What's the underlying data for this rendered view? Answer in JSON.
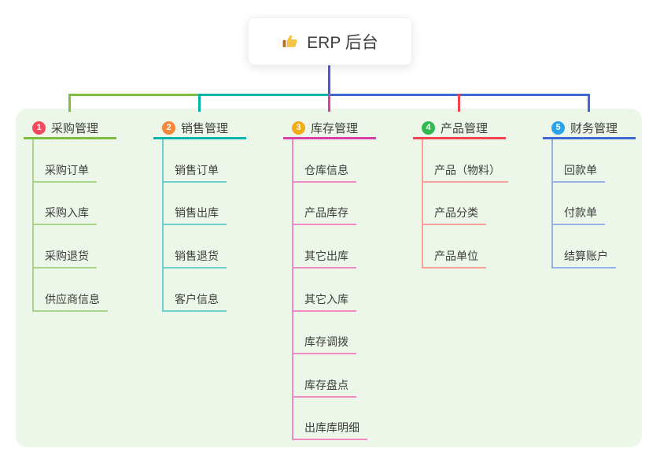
{
  "root": {
    "icon": "thumbs-up",
    "title": "ERP 后台"
  },
  "colors": {
    "panel_bg": "#edf7e9",
    "root_line": "#4d5ad0",
    "node_text": "#3d3d3d",
    "card_bg": "#ffffff"
  },
  "branches": [
    {
      "index": "1",
      "label": "采购管理",
      "badge_color": "#f4495d",
      "line_color": "#7dbe3f",
      "child_line_color": "#a8d686",
      "children": [
        "采购订单",
        "采购入库",
        "采购退货",
        "供应商信息"
      ]
    },
    {
      "index": "2",
      "label": "销售管理",
      "badge_color": "#f8873c",
      "line_color": "#00b3ab",
      "child_line_color": "#6fd2ca",
      "children": [
        "销售订单",
        "销售出库",
        "销售退货",
        "客户信息"
      ]
    },
    {
      "index": "3",
      "label": "库存管理",
      "badge_color": "#f2ac18",
      "line_color": "#d840a8",
      "child_line_color": "#f08ac3",
      "children": [
        "仓库信息",
        "产品库存",
        "其它出库",
        "其它入库",
        "库存调拨",
        "库存盘点",
        "出库库明细"
      ]
    },
    {
      "index": "4",
      "label": "产品管理",
      "badge_color": "#2fb950",
      "line_color": "#f2434e",
      "child_line_color": "#f9a09b",
      "children": [
        "产品（物料）",
        "产品分类",
        "产品单位"
      ]
    },
    {
      "index": "5",
      "label": "财务管理",
      "badge_color": "#2aa2e9",
      "line_color": "#3e68d6",
      "child_line_color": "#98b1e9",
      "children": [
        "回款单",
        "付款单",
        "结算账户"
      ]
    }
  ]
}
